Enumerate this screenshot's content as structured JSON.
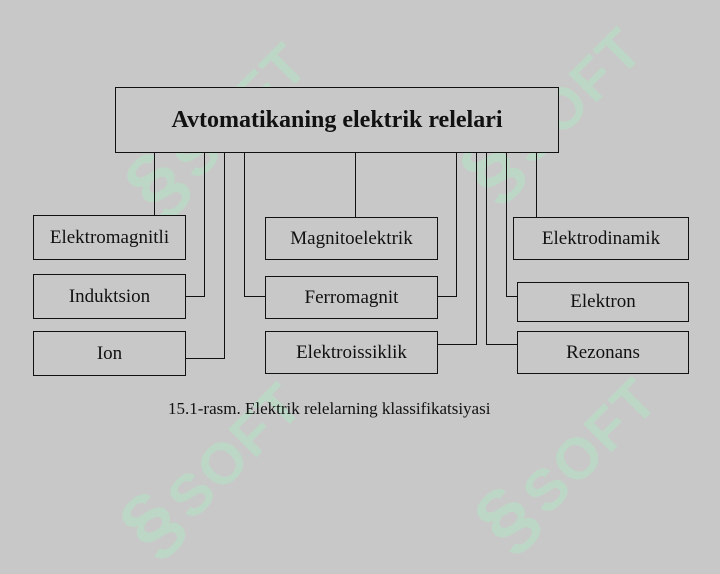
{
  "diagram": {
    "root": "Avtomatikaning elektrik relelari",
    "left": [
      "Elektromagnitli",
      "Induktsion",
      "Ion"
    ],
    "center": [
      "Magnitoelektrik",
      "Ferromagnit",
      "Elektroissiklik"
    ],
    "right": [
      "Elektrodinamik",
      "Elektron",
      "Rezonans"
    ],
    "caption": "15.1-rasm. Elektrik relelarning klassifikatsiyasi"
  },
  "watermark": {
    "text": "SOFT",
    "glyph": "§",
    "color": "#b9dcc4"
  }
}
